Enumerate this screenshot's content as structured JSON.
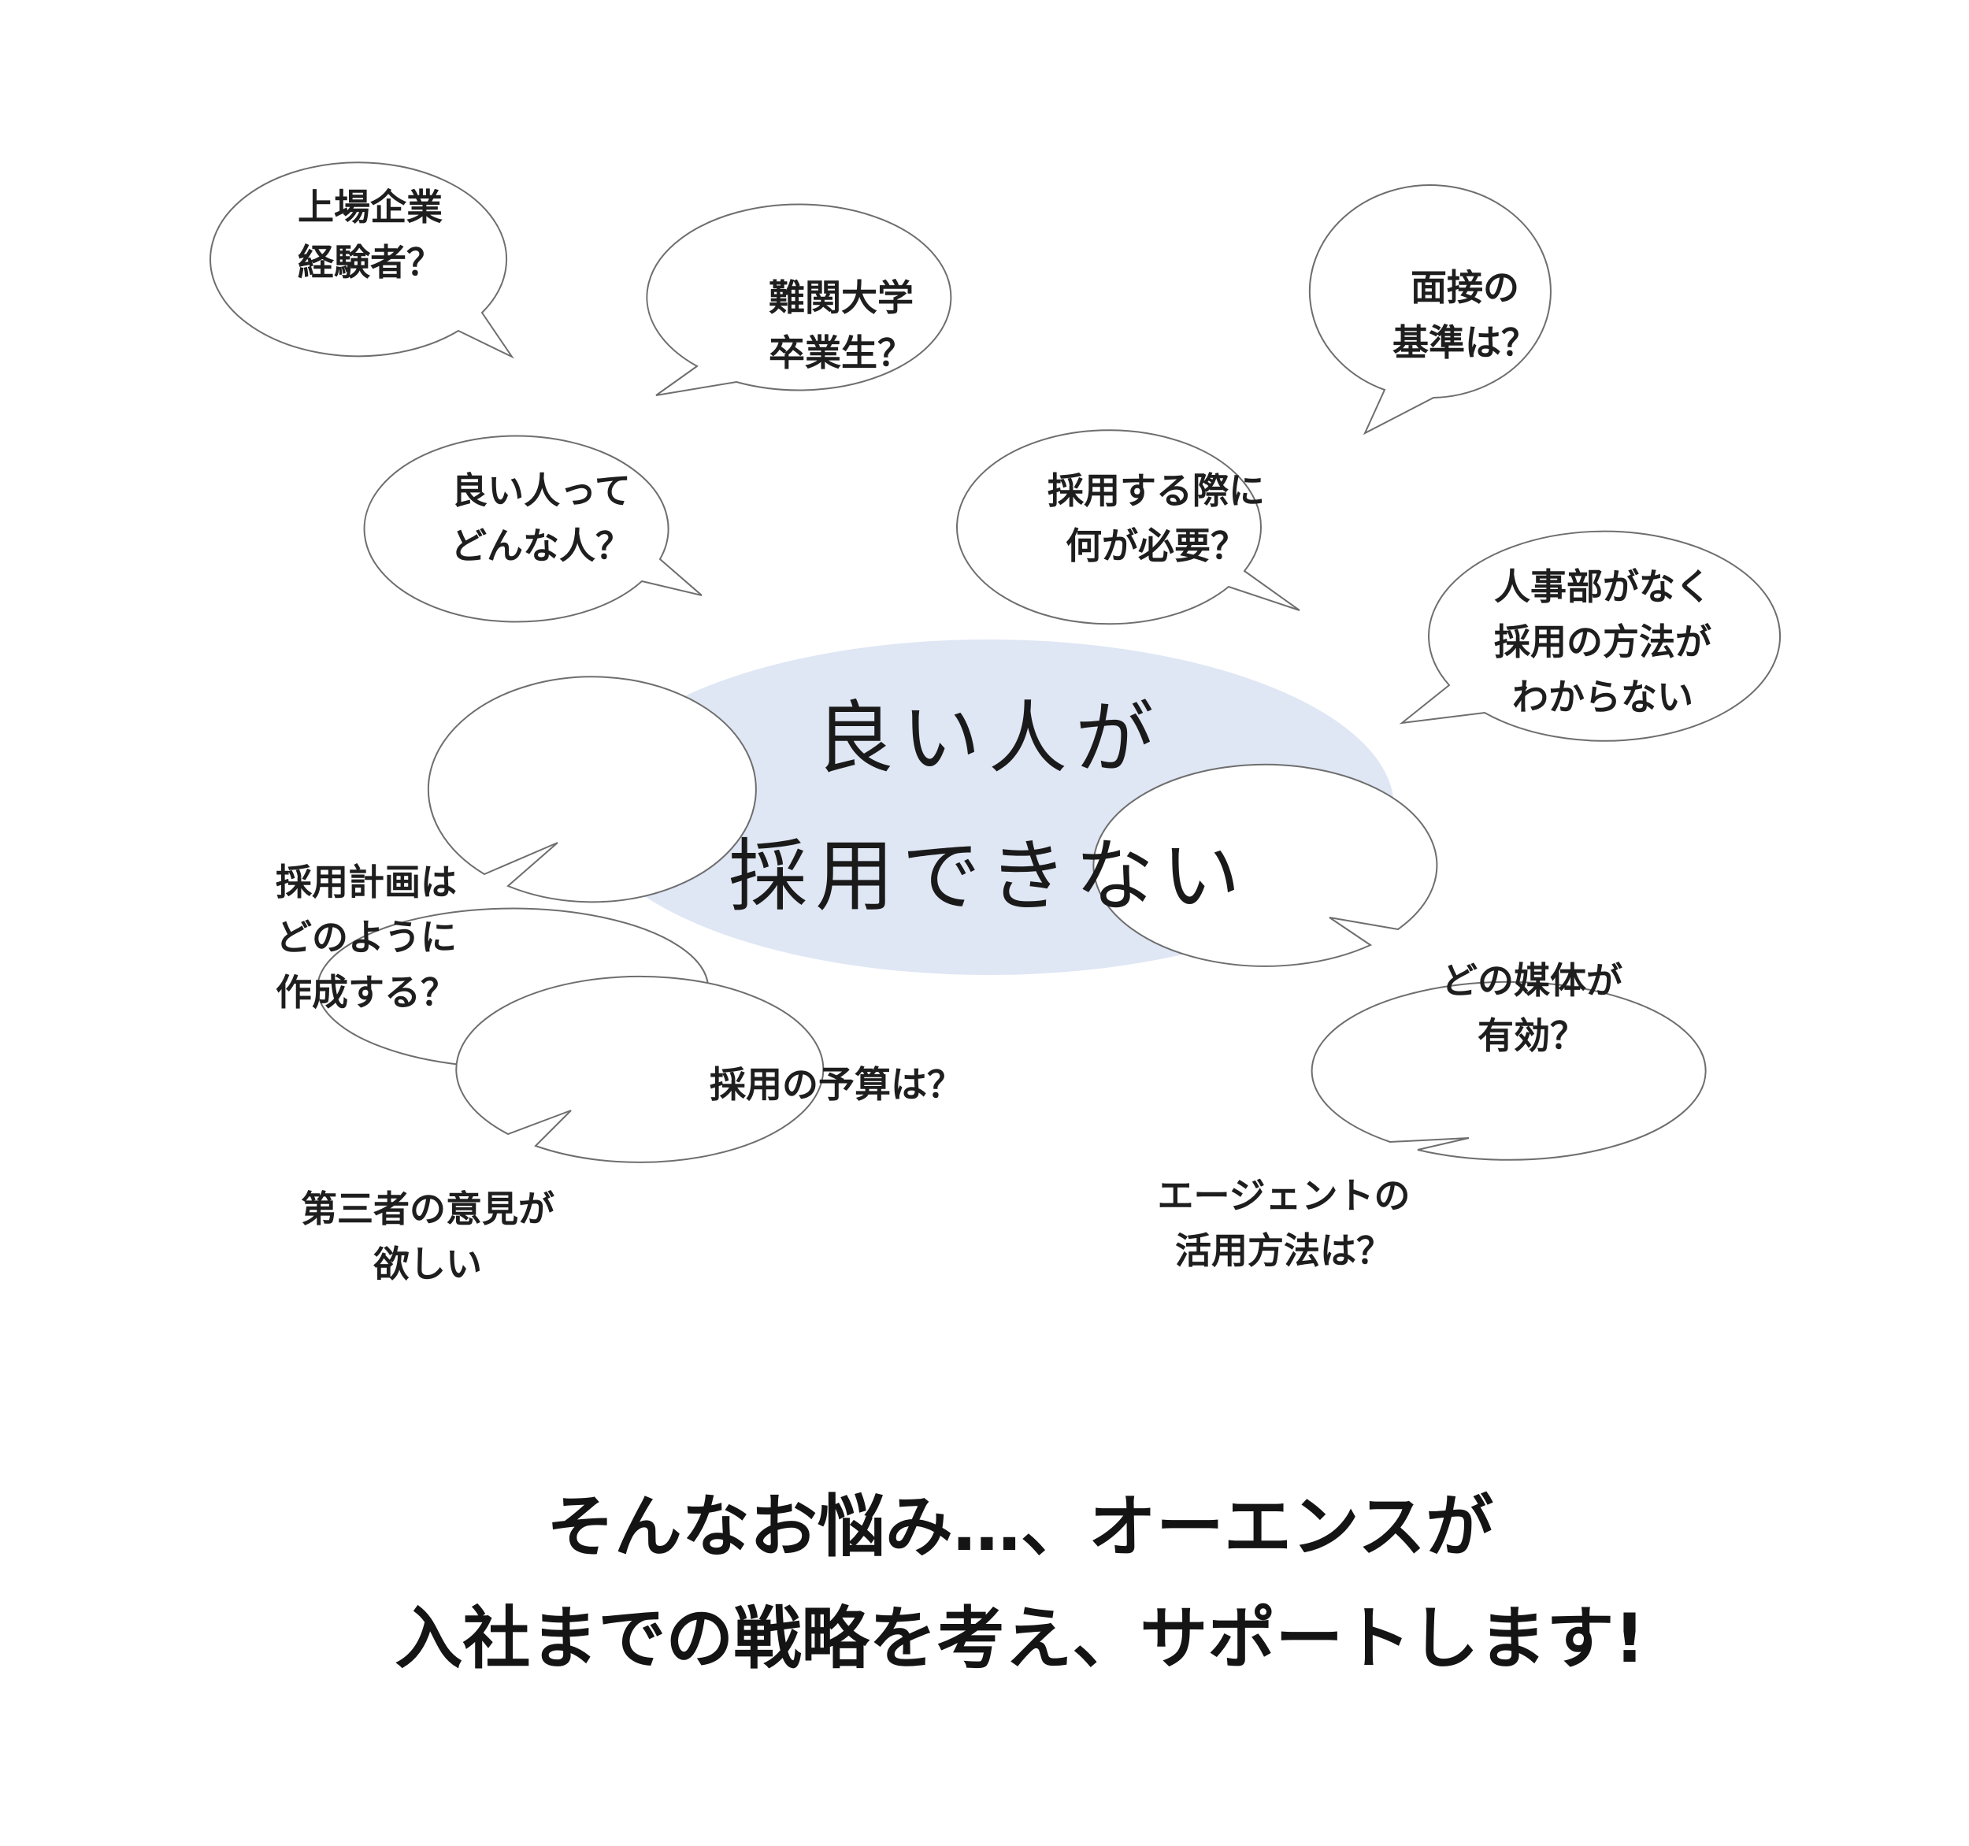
{
  "center": {
    "lines": [
      "良い人が",
      "採用できない"
    ],
    "fill": "#dfe6f4"
  },
  "bubbles": [
    {
      "id": "listed-company",
      "lines": [
        "上場企業",
        "経験者？"
      ]
    },
    {
      "id": "university",
      "lines": [
        "難関大学",
        "卒業生？"
      ]
    },
    {
      "id": "interview",
      "lines": [
        "面接の",
        "基準は？"
      ]
    },
    {
      "id": "good-person",
      "lines": [
        "良い人って",
        "どんな人？"
      ]
    },
    {
      "id": "hiring-needs",
      "lines": [
        "採用する際に",
        "何が必要？"
      ]
    },
    {
      "id": "no-hr",
      "lines": [
        "人事部がなく",
        "採用の方法が",
        "わからない"
      ]
    },
    {
      "id": "hiring-plan",
      "lines": [
        "採用計画は",
        "どのように",
        "作成する？"
      ]
    },
    {
      "id": "media",
      "lines": [
        "どの媒体が",
        "有効？"
      ]
    },
    {
      "id": "budget",
      "lines": [
        "採用の予算は？"
      ]
    },
    {
      "id": "third-party",
      "lines": [
        "第三者の意見が",
        "欲しい"
      ]
    },
    {
      "id": "agent",
      "lines": [
        "エージェントの",
        "活用方法は？"
      ]
    }
  ],
  "footer": {
    "lines": [
      "そんなお悩み…、オーエンスが",
      "入社までの戦略を考え、サポートします!"
    ]
  }
}
